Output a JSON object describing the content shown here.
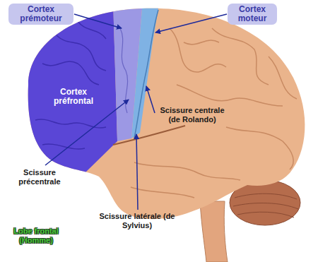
{
  "diagram": {
    "nodes": [
      {
        "text": [
          "Cortex prémoteur"
        ]
      },
      {
        "text": [
          "Cortex moteur"
        ]
      }
    ],
    "labels": [
      "Cortex préfrontal",
      "Scissure centrale (de Rolando)",
      "Scissure précentrale",
      "Scissure latérale (de Sylvius)",
      "Lobe frontal (Homme)"
    ]
  }
}
